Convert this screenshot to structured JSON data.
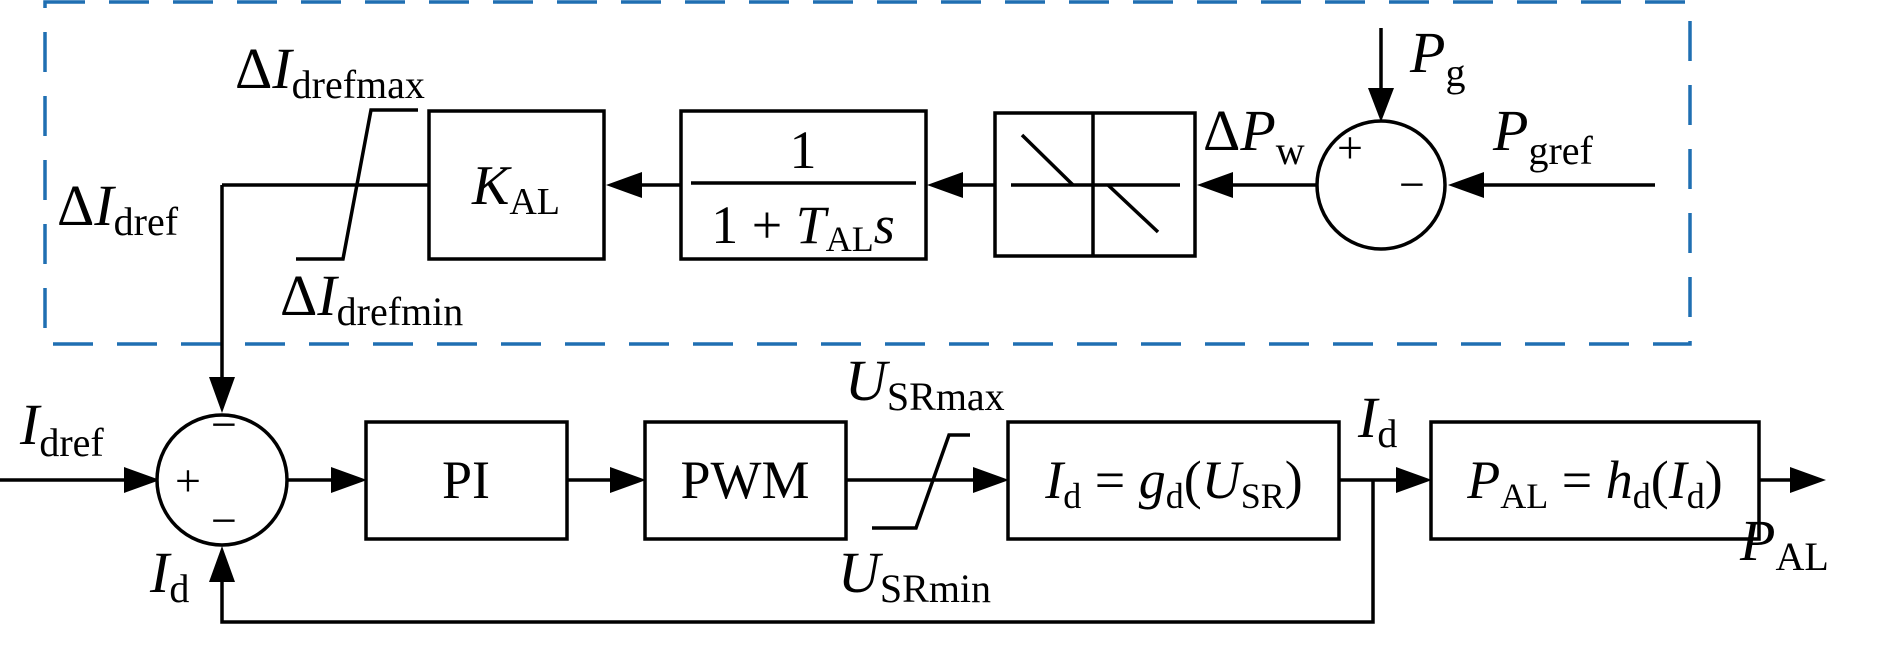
{
  "colors": {
    "dashed_border": "#1f6fb2",
    "line": "#000000",
    "background": "#ffffff"
  },
  "labels": {
    "p_g": {
      "main": "P",
      "sub": "g"
    },
    "p_gref": {
      "main": "P",
      "sub": "gref"
    },
    "delta_pw": {
      "delta": "Δ",
      "main": "P",
      "sub": "w"
    },
    "kal": {
      "main": "K",
      "sub": "AL"
    },
    "lowpass": {
      "numerator": "1",
      "denominator_prefix": "1 + ",
      "t": "T",
      "t_sub": "AL",
      "s": "s"
    },
    "delta_idref": {
      "delta": "Δ",
      "main": "I",
      "sub": "dref"
    },
    "delta_idrefmax": {
      "delta": "Δ",
      "main": "I",
      "sub": "drefmax"
    },
    "delta_idrefmin": {
      "delta": "Δ",
      "main": "I",
      "sub": "drefmin"
    },
    "idref_input": {
      "main": "I",
      "sub": "dref"
    },
    "id_feedback": {
      "main": "I",
      "sub": "d"
    },
    "pi": "PI",
    "pwm": "PWM",
    "usrmax": {
      "main": "U",
      "sub": "SRmax"
    },
    "usrmin": {
      "main": "U",
      "sub": "SRmin"
    },
    "gd_block": {
      "i": "I",
      "i_sub": "d",
      "eq": " = ",
      "g": "g",
      "g_sub": "d",
      "open": "(",
      "u": "U",
      "u_sub": "SR",
      "close": ")"
    },
    "id_mid": {
      "main": "I",
      "sub": "d"
    },
    "hd_block": {
      "p": "P",
      "p_sub": "AL",
      "eq": " = ",
      "h": "h",
      "h_sub": "d",
      "open": "(",
      "i": "I",
      "i_sub": "d",
      "close": ")"
    },
    "pal_output": {
      "main": "P",
      "sub": "AL"
    }
  },
  "summing_junctions": {
    "top": {
      "plus": "+",
      "minus": "−"
    },
    "bottom": {
      "plus": "+",
      "minus_top": "−",
      "minus_bottom": "−"
    }
  }
}
